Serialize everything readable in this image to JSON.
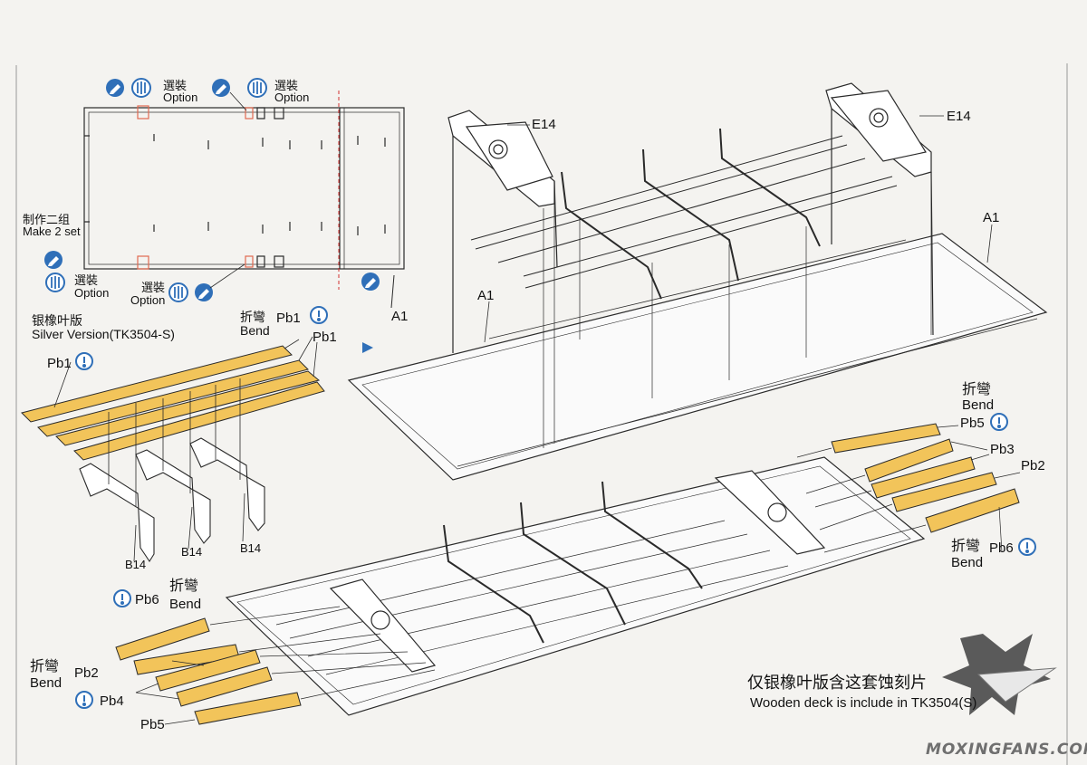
{
  "labels": {
    "option_cn": "選裝",
    "option_en": "Option",
    "make2_cn": "制作二组",
    "make2_en": "Make 2 set",
    "silver_cn": "银橡叶版",
    "silver_en": "Silver Version(TK3504-S)",
    "bend_cn": "折彎",
    "bend_en": "Bend",
    "wooden_cn": "仅银橡叶版含这套蚀刻片",
    "wooden_en": "Wooden deck is include in TK3504(S)",
    "watermark": "MOXINGFANS.COM"
  },
  "parts": {
    "A1": "A1",
    "E14": "E14",
    "B14": "B14",
    "Pb1": "Pb1",
    "Pb2": "Pb2",
    "Pb3": "Pb3",
    "Pb4": "Pb4",
    "Pb5": "Pb5",
    "Pb6": "Pb6"
  },
  "colors": {
    "etch": "#f2c45a",
    "line": "#2a2a2a",
    "icon": "#2f6fb8",
    "option_mark": "#e06a50",
    "cut_line": "#d03030"
  }
}
